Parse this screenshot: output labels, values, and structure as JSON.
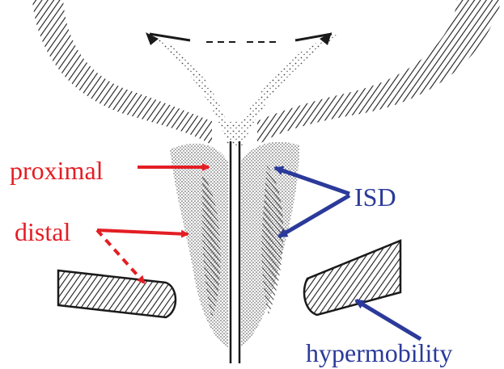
{
  "labels": {
    "proximal": "proximal",
    "distal": "distal",
    "isd": "ISD",
    "hypermobility": "hypermobility"
  },
  "colors": {
    "red": "#e31e24",
    "blue": "#2b3a9a",
    "ink": "#1a1a1a"
  }
}
